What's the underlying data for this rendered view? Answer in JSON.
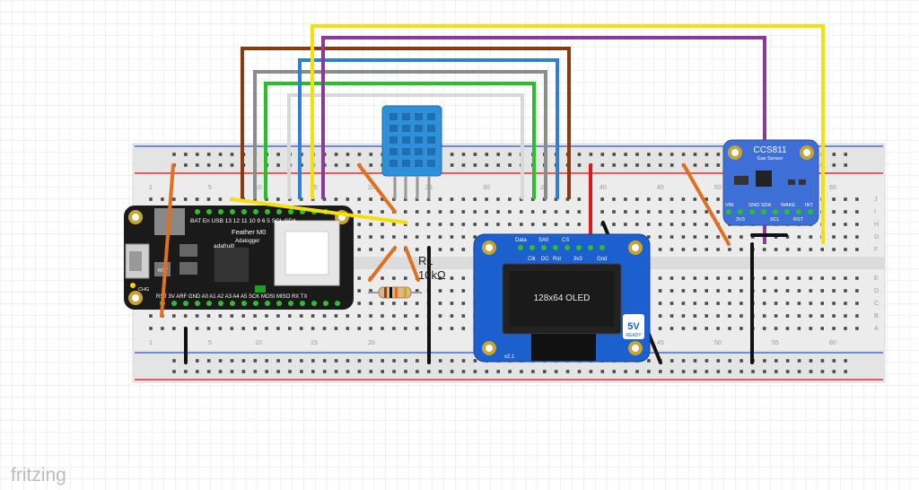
{
  "app": {
    "brand": "fritzing"
  },
  "colors": {
    "grid": "#e6e6e6",
    "breadboard": "#eaeaea",
    "rail_red": "#d33",
    "rail_blue": "#36c",
    "hole": "#555",
    "hole_green": "#2cbf2c",
    "wire_brown": "#8b3a10",
    "wire_gray": "#8c8c8c",
    "wire_green": "#28c028",
    "wire_white": "#d8d8d8",
    "wire_blue": "#2f7fd6",
    "wire_yellow": "#f4e00a",
    "wire_purple": "#8b3a9b",
    "wire_orange": "#e07020",
    "wire_red": "#dd1a1a",
    "wire_black": "#111111",
    "oled_board": "#1c5fcf",
    "ccs_board": "#3d6fd6",
    "dht_body": "#2f8fd8",
    "feather_board": "#1a1a1a"
  },
  "breadboard": {
    "column_numbers": [
      "1",
      "5",
      "10",
      "15",
      "20",
      "25",
      "30",
      "35",
      "40",
      "45",
      "50",
      "55",
      "60"
    ],
    "row_letters_top": [
      "J",
      "I",
      "H",
      "G",
      "F"
    ],
    "row_letters_bottom": [
      "E",
      "D",
      "C",
      "B",
      "A"
    ]
  },
  "feather": {
    "title_line1": "Feather M0",
    "title_line2": "Adalogger",
    "brand": "adafruit!",
    "top_pins": "BAT En USB 13 12 11 10 9 6 5 SCL SDA",
    "bottom_pins": "RST 3V ARF GND A0 A1 A2 A3 A4 A5 SCK MOSI MISO RX TX",
    "chg": "CHG",
    "rst": "RST"
  },
  "resistor": {
    "name": "R1",
    "value": "10kΩ"
  },
  "oled": {
    "pin_labels_top": [
      "Data",
      "SA0",
      "CS"
    ],
    "pin_labels_bottom": [
      "Clk",
      "DC",
      "Rst",
      "3v3",
      "Gnd"
    ],
    "screen_text": "128x64 OLED",
    "badge_big": "5V",
    "badge_small": "READY",
    "version": "v2.1"
  },
  "ccs811": {
    "title": "CCS811",
    "subtitle": "Gas Sensor",
    "pins_top": [
      "VIN",
      "GND",
      "SDA",
      "WAKE",
      "INT"
    ],
    "pins_bottom": [
      "3V3",
      "SCL",
      "RST"
    ]
  }
}
